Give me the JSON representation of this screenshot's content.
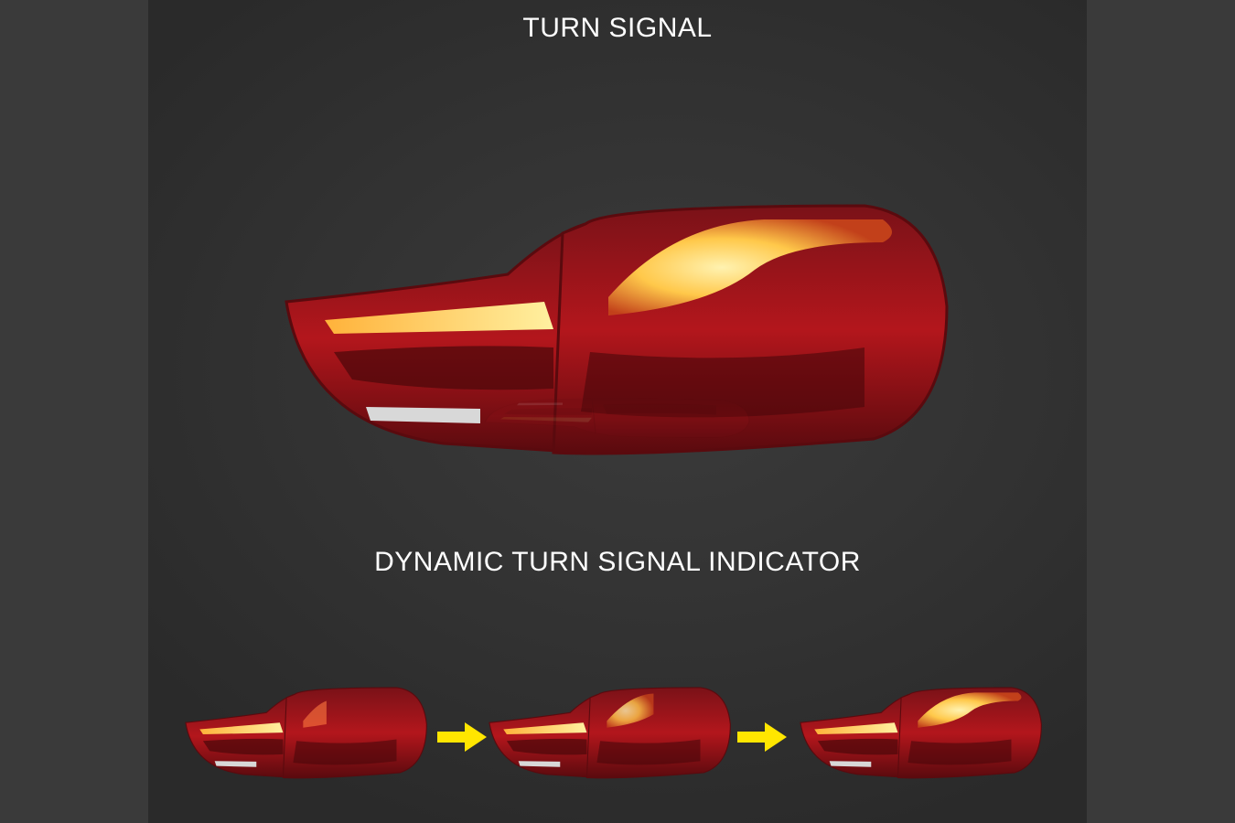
{
  "headings": {
    "turn_signal": "TURN SIGNAL",
    "dynamic": "DYNAMIC TURN SIGNAL INDICATOR"
  },
  "colors": {
    "lens_red": "#8e0f14",
    "amber": "#ffd24a",
    "arrow": "#ffe600"
  },
  "sequence": {
    "frames": 3,
    "signal_fill": [
      0.3,
      0.6,
      1.0
    ]
  }
}
